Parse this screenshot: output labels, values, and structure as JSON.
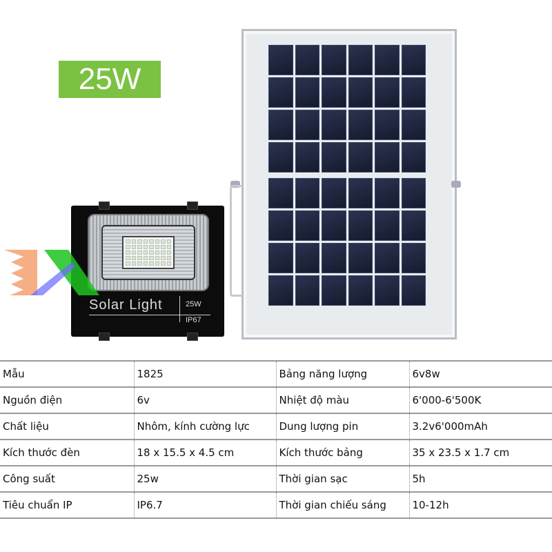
{
  "badge": "25W",
  "light": {
    "brand_text": "Solar Light",
    "watt": "25W",
    "ip": "IP67"
  },
  "specs": [
    [
      "Mẫu",
      "1825",
      "Bảng năng lượng",
      "6v8w"
    ],
    [
      "Nguồn điện",
      "6v",
      "Nhiệt độ màu",
      "6'000-6'500K"
    ],
    [
      "Chất liệu",
      "Nhôm, kính cường lực",
      "Dung lượng pin",
      "3.2v6'000mAh"
    ],
    [
      "Kích thước đèn",
      "18 x 15.5 x 4.5 cm",
      "Kích thước bảng",
      "35 x 23.5 x 1.7 cm"
    ],
    [
      "Công suất",
      "25w",
      "Thời gian sạc",
      "5h"
    ],
    [
      "Tiêu chuẩn IP",
      "IP6.7",
      "Thời gian chiếu sáng",
      "10-12h"
    ]
  ]
}
